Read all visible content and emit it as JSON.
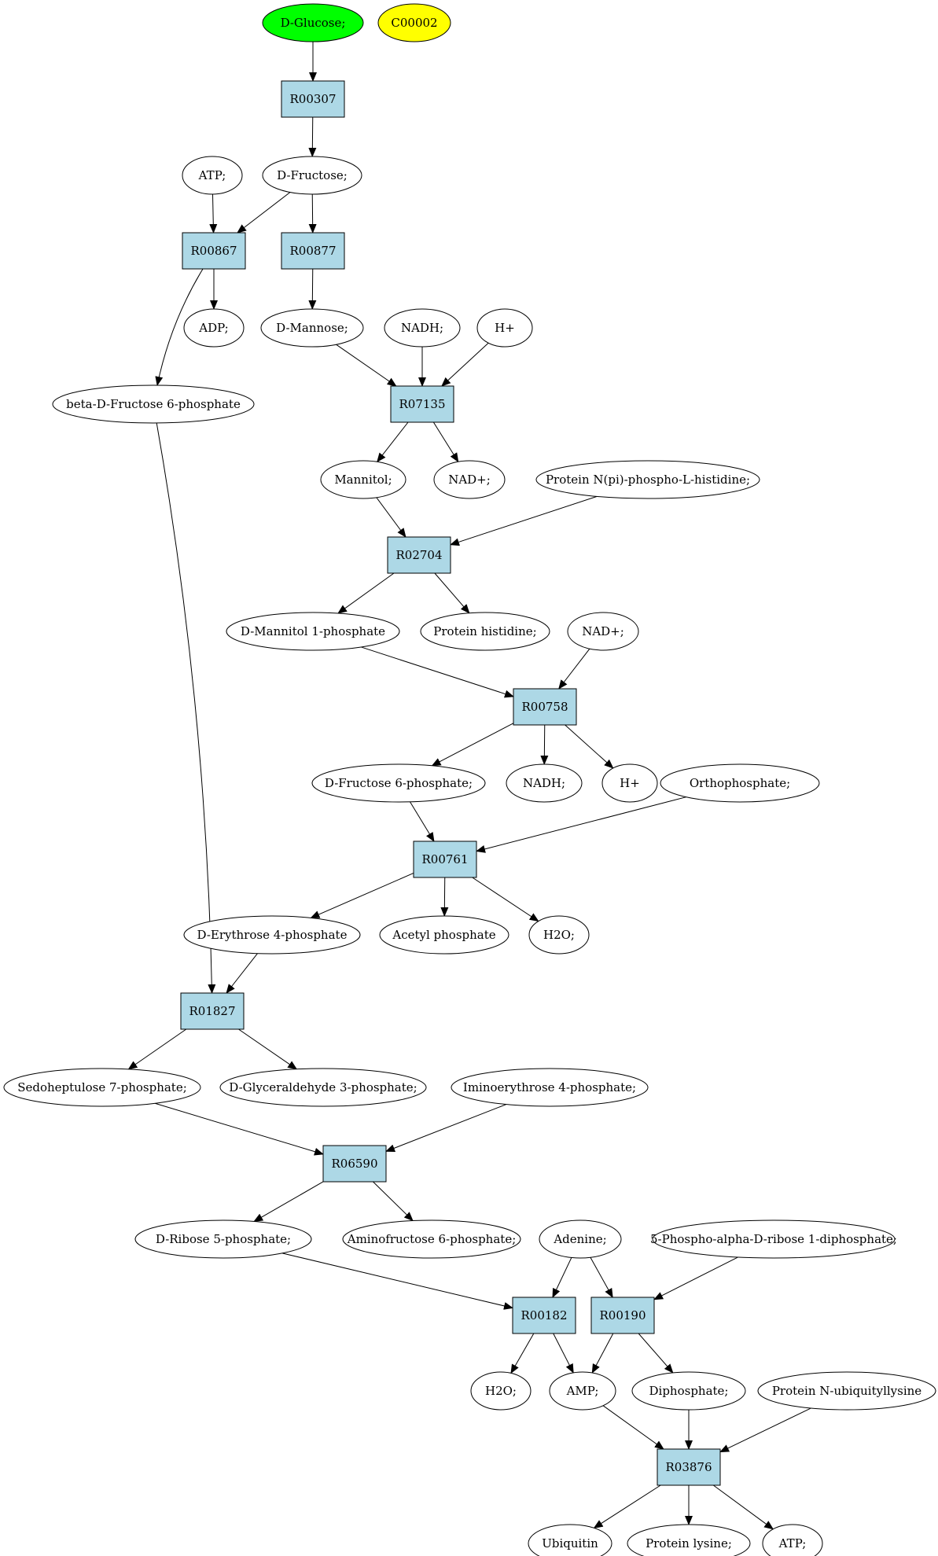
{
  "diagram": {
    "colors": {
      "compound_fill": "#ffffff",
      "start_fill": "#00ff00",
      "highlight_fill": "#ffff00",
      "reaction_fill": "#add8e6",
      "stroke": "#000000"
    },
    "nodes": [
      {
        "id": "glucose",
        "label": "D-Glucose;",
        "kind": "compound",
        "fill": "start"
      },
      {
        "id": "c00002",
        "label": "C00002",
        "kind": "compound",
        "fill": "highlight"
      },
      {
        "id": "r00307",
        "label": "R00307",
        "kind": "reaction"
      },
      {
        "id": "atp1",
        "label": "ATP;",
        "kind": "compound"
      },
      {
        "id": "fructose",
        "label": "D-Fructose;",
        "kind": "compound"
      },
      {
        "id": "r00867",
        "label": "R00867",
        "kind": "reaction"
      },
      {
        "id": "r00877",
        "label": "R00877",
        "kind": "reaction"
      },
      {
        "id": "adp",
        "label": "ADP;",
        "kind": "compound"
      },
      {
        "id": "mannose",
        "label": "D-Mannose;",
        "kind": "compound"
      },
      {
        "id": "nadh1",
        "label": "NADH;",
        "kind": "compound"
      },
      {
        "id": "hplus1",
        "label": "H+",
        "kind": "compound"
      },
      {
        "id": "bdf6p",
        "label": "beta-D-Fructose 6-phosphate",
        "kind": "compound"
      },
      {
        "id": "r07135",
        "label": "R07135",
        "kind": "reaction"
      },
      {
        "id": "mannitol",
        "label": "Mannitol;",
        "kind": "compound"
      },
      {
        "id": "nadplus1",
        "label": "NAD+;",
        "kind": "compound"
      },
      {
        "id": "protnpi",
        "label": "Protein N(pi)-phospho-L-histidine;",
        "kind": "compound"
      },
      {
        "id": "r02704",
        "label": "R02704",
        "kind": "reaction"
      },
      {
        "id": "dm1p",
        "label": "D-Mannitol 1-phosphate",
        "kind": "compound"
      },
      {
        "id": "prothis",
        "label": "Protein histidine;",
        "kind": "compound"
      },
      {
        "id": "nadplus2",
        "label": "NAD+;",
        "kind": "compound"
      },
      {
        "id": "r00758",
        "label": "R00758",
        "kind": "reaction"
      },
      {
        "id": "df6p",
        "label": "D-Fructose 6-phosphate;",
        "kind": "compound"
      },
      {
        "id": "nadh2",
        "label": "NADH;",
        "kind": "compound"
      },
      {
        "id": "hplus2",
        "label": "H+",
        "kind": "compound"
      },
      {
        "id": "ortho",
        "label": "Orthophosphate;",
        "kind": "compound"
      },
      {
        "id": "r00761",
        "label": "R00761",
        "kind": "reaction"
      },
      {
        "id": "de4p",
        "label": "D-Erythrose 4-phosphate",
        "kind": "compound"
      },
      {
        "id": "acetylp",
        "label": "Acetyl phosphate",
        "kind": "compound"
      },
      {
        "id": "h2o1",
        "label": "H2O;",
        "kind": "compound"
      },
      {
        "id": "r01827",
        "label": "R01827",
        "kind": "reaction"
      },
      {
        "id": "s7p",
        "label": "Sedoheptulose 7-phosphate;",
        "kind": "compound"
      },
      {
        "id": "dg3p",
        "label": "D-Glyceraldehyde 3-phosphate;",
        "kind": "compound"
      },
      {
        "id": "imino",
        "label": "Iminoerythrose 4-phosphate;",
        "kind": "compound"
      },
      {
        "id": "r06590",
        "label": "R06590",
        "kind": "reaction"
      },
      {
        "id": "dr5p",
        "label": "D-Ribose 5-phosphate;",
        "kind": "compound"
      },
      {
        "id": "af6p",
        "label": "Aminofructose 6-phosphate;",
        "kind": "compound"
      },
      {
        "id": "adenine",
        "label": "Adenine;",
        "kind": "compound"
      },
      {
        "id": "prpp",
        "label": "5-Phospho-alpha-D-ribose 1-diphosphate;",
        "kind": "compound"
      },
      {
        "id": "r00182",
        "label": "R00182",
        "kind": "reaction"
      },
      {
        "id": "r00190",
        "label": "R00190",
        "kind": "reaction"
      },
      {
        "id": "h2o2",
        "label": "H2O;",
        "kind": "compound"
      },
      {
        "id": "amp",
        "label": "AMP;",
        "kind": "compound"
      },
      {
        "id": "diphos",
        "label": "Diphosphate;",
        "kind": "compound"
      },
      {
        "id": "protubi",
        "label": "Protein N-ubiquityllysine",
        "kind": "compound"
      },
      {
        "id": "r03876",
        "label": "R03876",
        "kind": "reaction"
      },
      {
        "id": "ubiquitin",
        "label": "Ubiquitin",
        "kind": "compound"
      },
      {
        "id": "protlys",
        "label": "Protein lysine;",
        "kind": "compound"
      },
      {
        "id": "atp2",
        "label": "ATP;",
        "kind": "compound"
      }
    ],
    "edges": [
      {
        "from": "glucose",
        "to": "r00307"
      },
      {
        "from": "r00307",
        "to": "fructose"
      },
      {
        "from": "atp1",
        "to": "r00867"
      },
      {
        "from": "fructose",
        "to": "r00867"
      },
      {
        "from": "fructose",
        "to": "r00877"
      },
      {
        "from": "r00867",
        "to": "adp"
      },
      {
        "from": "r00867",
        "to": "bdf6p"
      },
      {
        "from": "r00877",
        "to": "mannose"
      },
      {
        "from": "mannose",
        "to": "r07135"
      },
      {
        "from": "nadh1",
        "to": "r07135"
      },
      {
        "from": "hplus1",
        "to": "r07135"
      },
      {
        "from": "r07135",
        "to": "mannitol"
      },
      {
        "from": "r07135",
        "to": "nadplus1"
      },
      {
        "from": "mannitol",
        "to": "r02704"
      },
      {
        "from": "protnpi",
        "to": "r02704"
      },
      {
        "from": "r02704",
        "to": "dm1p"
      },
      {
        "from": "r02704",
        "to": "prothis"
      },
      {
        "from": "dm1p",
        "to": "r00758"
      },
      {
        "from": "nadplus2",
        "to": "r00758"
      },
      {
        "from": "r00758",
        "to": "df6p"
      },
      {
        "from": "r00758",
        "to": "nadh2"
      },
      {
        "from": "r00758",
        "to": "hplus2"
      },
      {
        "from": "df6p",
        "to": "r00761"
      },
      {
        "from": "ortho",
        "to": "r00761"
      },
      {
        "from": "r00761",
        "to": "de4p"
      },
      {
        "from": "r00761",
        "to": "acetylp"
      },
      {
        "from": "r00761",
        "to": "h2o1"
      },
      {
        "from": "bdf6p",
        "to": "r01827"
      },
      {
        "from": "de4p",
        "to": "r01827"
      },
      {
        "from": "r01827",
        "to": "s7p"
      },
      {
        "from": "r01827",
        "to": "dg3p"
      },
      {
        "from": "s7p",
        "to": "r06590"
      },
      {
        "from": "imino",
        "to": "r06590"
      },
      {
        "from": "r06590",
        "to": "dr5p"
      },
      {
        "from": "r06590",
        "to": "af6p"
      },
      {
        "from": "dr5p",
        "to": "r00182"
      },
      {
        "from": "adenine",
        "to": "r00182"
      },
      {
        "from": "adenine",
        "to": "r00190"
      },
      {
        "from": "prpp",
        "to": "r00190"
      },
      {
        "from": "r00182",
        "to": "h2o2"
      },
      {
        "from": "r00182",
        "to": "amp"
      },
      {
        "from": "r00190",
        "to": "amp"
      },
      {
        "from": "r00190",
        "to": "diphos"
      },
      {
        "from": "amp",
        "to": "r03876"
      },
      {
        "from": "diphos",
        "to": "r03876"
      },
      {
        "from": "protubi",
        "to": "r03876"
      },
      {
        "from": "r03876",
        "to": "ubiquitin"
      },
      {
        "from": "r03876",
        "to": "protlys"
      },
      {
        "from": "r03876",
        "to": "atp2"
      }
    ]
  }
}
